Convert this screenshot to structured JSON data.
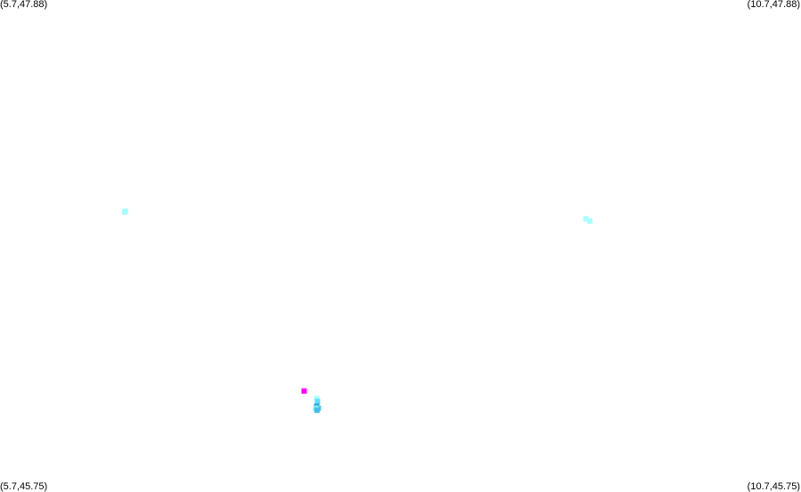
{
  "map": {
    "background": "#ffffff",
    "corners": {
      "top_left": "(5.7,47.88)",
      "top_right": "(10.7,47.88)",
      "bottom_left": "(5.7,45.75)",
      "bottom_right": "(10.7,45.75)"
    },
    "extent": {
      "lon_min": 5.7,
      "lon_max": 10.7,
      "lat_min": 45.75,
      "lat_max": 47.88
    },
    "points": [
      {
        "lon": 6.477,
        "lat": 46.962,
        "color": "#aaffff"
      },
      {
        "lon": 6.482,
        "lat": 46.966,
        "color": "#aaffff"
      },
      {
        "lon": 9.357,
        "lat": 46.933,
        "color": "#aaffff"
      },
      {
        "lon": 9.382,
        "lat": 46.923,
        "color": "#aaffff"
      },
      {
        "lon": 7.599,
        "lat": 46.187,
        "color": "#ff00ff"
      },
      {
        "lon": 7.677,
        "lat": 46.155,
        "color": "#aaffff"
      },
      {
        "lon": 7.682,
        "lat": 46.142,
        "color": "#66ddff"
      },
      {
        "lon": 7.677,
        "lat": 46.122,
        "color": "#33aadd"
      },
      {
        "lon": 7.688,
        "lat": 46.113,
        "color": "#55ccee"
      },
      {
        "lon": 7.671,
        "lat": 46.112,
        "color": "#88eeff"
      },
      {
        "lon": 7.679,
        "lat": 46.104,
        "color": "#44bbee"
      }
    ]
  }
}
